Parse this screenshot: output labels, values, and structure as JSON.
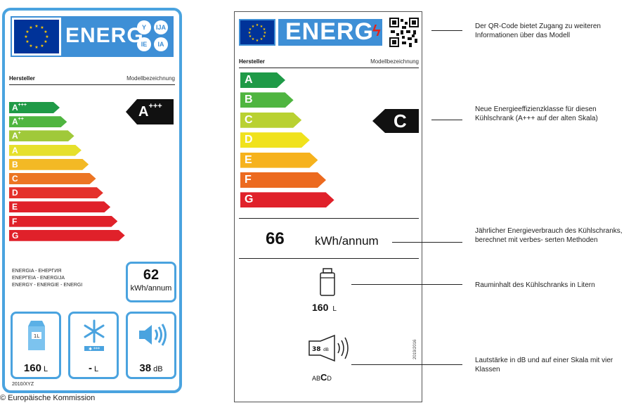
{
  "old_label": {
    "header": {
      "energ": "ENERG",
      "lang_circles": [
        "Y",
        "IJA",
        "IE",
        "IA"
      ]
    },
    "manufacturer": "Hersteller",
    "model": "Modellbezeichnung",
    "classes": [
      {
        "main": "A",
        "sup": "+++",
        "color": "#1f9a47"
      },
      {
        "main": "A",
        "sup": "++",
        "color": "#4fb540"
      },
      {
        "main": "A",
        "sup": "+",
        "color": "#a0c93a"
      },
      {
        "main": "A",
        "sup": "",
        "color": "#e6e02b"
      },
      {
        "main": "B",
        "sup": "",
        "color": "#f3b925"
      },
      {
        "main": "C",
        "sup": "",
        "color": "#ec7523"
      },
      {
        "main": "D",
        "sup": "",
        "color": "#e4312b"
      },
      {
        "main": "E",
        "sup": "",
        "color": "#e0212a"
      },
      {
        "main": "F",
        "sup": "",
        "color": "#e0212a"
      },
      {
        "main": "G",
        "sup": "",
        "color": "#e0212a"
      }
    ],
    "indicator": {
      "main": "A",
      "sup": "+++"
    },
    "energy_words": [
      "ENERGIA - ЕНЕРГИЯ",
      "ΕΝΕΡΓΕΙΑ - ENERGIJA",
      "ENERGY - ENERGIE - ENERGI"
    ],
    "kwh_value": "62",
    "kwh_unit": "kWh/annum",
    "volume_value": "160",
    "volume_unit": "L",
    "freezer_value": "-",
    "freezer_unit": "L",
    "noise_value": "38",
    "noise_unit": "dB",
    "regulation": "2010/XYZ"
  },
  "copyright": "© Europäische Kommission",
  "new_label": {
    "header": {
      "energ": "ENERG"
    },
    "manufacturer": "Hersteller",
    "model": "Modellbezeichnung",
    "classes": [
      {
        "letter": "A",
        "color": "#1f9a47"
      },
      {
        "letter": "B",
        "color": "#4fb540"
      },
      {
        "letter": "C",
        "color": "#b9d131"
      },
      {
        "letter": "D",
        "color": "#f0e21d"
      },
      {
        "letter": "E",
        "color": "#f6b21d"
      },
      {
        "letter": "F",
        "color": "#ec6a1f"
      },
      {
        "letter": "G",
        "color": "#e0212a"
      }
    ],
    "indicator": "C",
    "kwh_value": "66",
    "kwh_unit": "kWh/annum",
    "volume_value": "160",
    "volume_unit": "L",
    "noise_value": "38",
    "noise_unit": "dB",
    "noise_classes": {
      "a": "A",
      "b": "B",
      "c": "C",
      "d": "D"
    },
    "code": "2019/2016"
  },
  "annotations": {
    "qr": "Der QR-Code bietet Zugang zu weiteren Informationen über das Modell",
    "class": "Neue Energieeffizienzklasse für diesen Kühlschrank (A+++ auf der alten Skala)",
    "energy": "Jährlicher Energieverbrauch des Kühlschranks, berechnet mit verbes- serten Methoden",
    "volume": "Rauminhalt des Kühlschranks in Litern",
    "noise": "Lautstärke in dB und auf einer Skala mit vier Klassen"
  },
  "colors": {
    "label_blue": "#3e8fd6",
    "border_blue": "#4aa3df",
    "eu_blue": "#003399",
    "eu_yellow": "#ffcc00"
  }
}
